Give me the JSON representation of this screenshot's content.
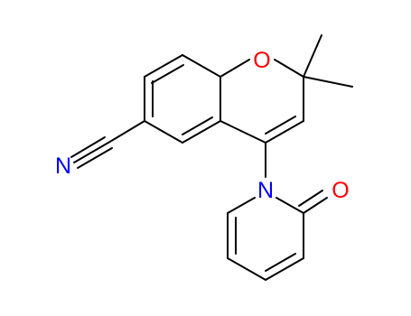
{
  "diagram": {
    "type": "chemical-structure",
    "atoms": {
      "oxygen_ring": {
        "symbol": "O",
        "color": "#ff0000"
      },
      "nitrogen_ring": {
        "symbol": "N",
        "color": "#0000ff"
      },
      "nitrogen_nitrile": {
        "symbol": "N",
        "color": "#0000ff"
      },
      "oxygen_carbonyl": {
        "symbol": "O",
        "color": "#ff0000"
      }
    },
    "bond_color": "#000000",
    "background_color": "#ffffff"
  }
}
